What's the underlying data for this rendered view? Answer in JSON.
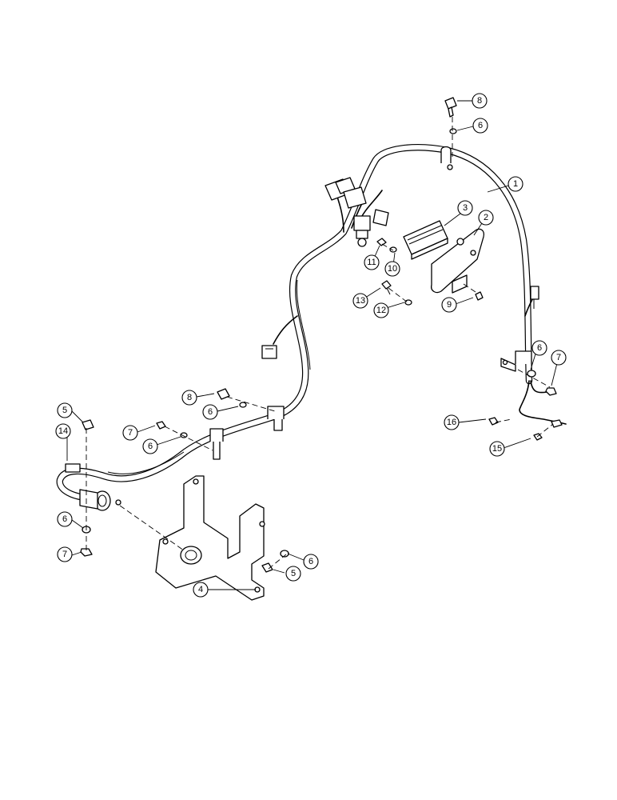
{
  "callouts": [
    {
      "id": "c8a",
      "label": "8"
    },
    {
      "id": "c6a",
      "label": "6"
    },
    {
      "id": "c1",
      "label": "1"
    },
    {
      "id": "c3",
      "label": "3"
    },
    {
      "id": "c2",
      "label": "2"
    },
    {
      "id": "c11",
      "label": "11"
    },
    {
      "id": "c10",
      "label": "10"
    },
    {
      "id": "c13",
      "label": "13"
    },
    {
      "id": "c12",
      "label": "12"
    },
    {
      "id": "c9",
      "label": "9"
    },
    {
      "id": "c6b",
      "label": "6"
    },
    {
      "id": "c7a",
      "label": "7"
    },
    {
      "id": "c16",
      "label": "16"
    },
    {
      "id": "c15",
      "label": "15"
    },
    {
      "id": "c8b",
      "label": "8"
    },
    {
      "id": "c6c",
      "label": "6"
    },
    {
      "id": "c7b",
      "label": "7"
    },
    {
      "id": "c6d",
      "label": "6"
    },
    {
      "id": "c5a",
      "label": "5"
    },
    {
      "id": "c14",
      "label": "14"
    },
    {
      "id": "c6e",
      "label": "6"
    },
    {
      "id": "c7c",
      "label": "7"
    },
    {
      "id": "c6f",
      "label": "6"
    },
    {
      "id": "c5b",
      "label": "5"
    },
    {
      "id": "c4",
      "label": "4"
    }
  ]
}
